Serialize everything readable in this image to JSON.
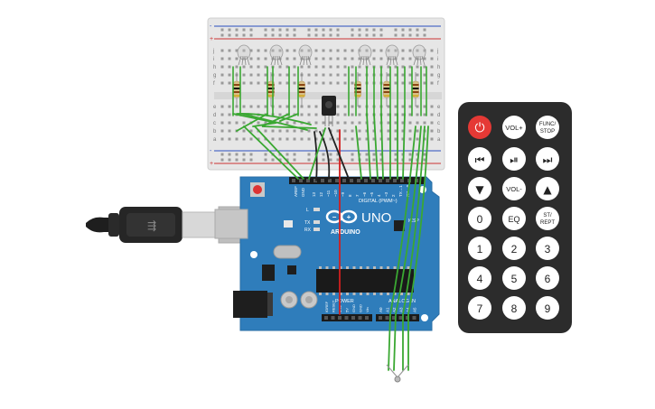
{
  "arduino": {
    "brand": "ARDUINO",
    "model": "UNO",
    "digital_label": "DIGITAL (PWM~)",
    "power_label": "POWER",
    "analog_label": "ANALOG IN",
    "icsp_label": "ICSP",
    "aref": "AREF",
    "gnd": "GND",
    "led_l": "L",
    "led_tx": "TX",
    "led_rx": "RX",
    "digital_pins": [
      "13",
      "12",
      "~11",
      "~10",
      "~9",
      "8",
      "7",
      "~6",
      "~5",
      "4",
      "~3",
      "2",
      "TX→1",
      "RX←0"
    ],
    "power_pins": [
      "IOREF",
      "RESET",
      "3.3V",
      "5V",
      "GND",
      "GND",
      "Vin"
    ],
    "analog_pins": [
      "A0",
      "A1",
      "A2",
      "A3",
      "A4",
      "A5"
    ]
  },
  "breadboard": {
    "row_letters_top": [
      "j",
      "i",
      "h",
      "g",
      "f"
    ],
    "row_letters_bottom": [
      "e",
      "d",
      "c",
      "b",
      "a"
    ]
  },
  "remote": {
    "power_label": "⏻",
    "vol_plus": "VOL+",
    "func_stop": "FUNC/STOP",
    "prev": "⏮",
    "play_pause": "⏯",
    "next": "⏭",
    "down": "▼",
    "vol_minus": "VOL-",
    "up": "▲",
    "zero": "0",
    "eq": "EQ",
    "st_rept": "ST/REPT",
    "digits": [
      "1",
      "2",
      "3",
      "4",
      "5",
      "6",
      "7",
      "8",
      "9"
    ]
  },
  "colors": {
    "board": "#2f7dbb",
    "wire_green": "#3aa832",
    "wire_red": "#d21f1f",
    "wire_black": "#222222",
    "remote_body": "#2c2c2c",
    "power_button": "#e53935"
  }
}
